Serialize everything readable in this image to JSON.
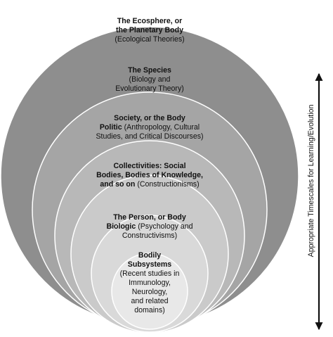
{
  "colors": {
    "shell_fills": [
      "#8e8e8e",
      "#a5a5a5",
      "#b8b8b8",
      "#cacaca",
      "#d9d9d9",
      "#e8e8e8"
    ],
    "stroke": "#ffffff",
    "arrow": "#111111"
  },
  "layers": [
    {
      "name_line1": "The Ecosphere, or",
      "name_line2": "the Planetary Body",
      "detail": "(Ecological Theories)"
    },
    {
      "name": "The Species",
      "detail_line1": "(Biology and",
      "detail_line2": "Evolutionary Theory)"
    },
    {
      "name_line1": "Society, or the Body",
      "name_line2": "Politic",
      "detail_line1": "(Anthropology, Cultural",
      "detail_line2": "Studies, and Critical Discourses)"
    },
    {
      "name_line1": "Collectivities: Social",
      "name_line2": "Bodies, Bodies of Knowledge,",
      "name_line3": "and so on",
      "detail": "(Constructionisms)"
    },
    {
      "name_line1": "The Person, or Body",
      "name_line2": "Biologic",
      "detail_line1": "(Psychology and",
      "detail_line2": "Constructivisms)"
    },
    {
      "name_line1": "Bodily",
      "name_line2": "Subsystems",
      "detail_line1": "(Recent studies in",
      "detail_line2": "Immunology,",
      "detail_line3": "Neurology,",
      "detail_line4": "and related",
      "detail_line5": "domains)"
    }
  ],
  "axis": {
    "label": "Appropriate Timescales for Learning/Evolution",
    "arrow_icon": "double-headed-arrow"
  }
}
